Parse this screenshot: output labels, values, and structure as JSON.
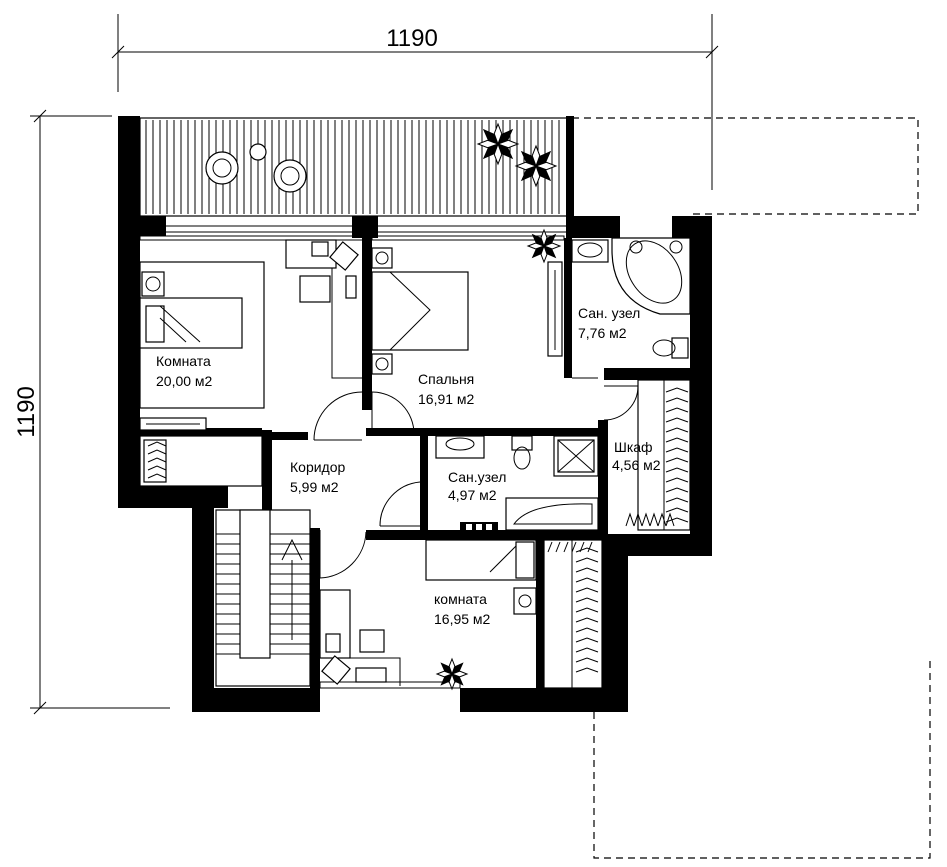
{
  "dimensions": {
    "top": "1190",
    "left": "1190"
  },
  "rooms": [
    {
      "id": "room-1",
      "name": "Комната",
      "area": "20,00 м2"
    },
    {
      "id": "bedroom",
      "name": "Спальня",
      "area": "16,91 м2"
    },
    {
      "id": "bath-large",
      "name": "Сан. узел",
      "area": "7,76 м2"
    },
    {
      "id": "corridor",
      "name": "Коридор",
      "area": "5,99 м2"
    },
    {
      "id": "bath-small",
      "name": "Сан.узел",
      "area": "4,97 м2"
    },
    {
      "id": "wardrobe",
      "name": "Шкаф",
      "area": "4,56 м2"
    },
    {
      "id": "room-2",
      "name": "комната",
      "area": "16,95 м2"
    }
  ],
  "icons": [
    "armchair-icon",
    "plant-icon",
    "bed-icon",
    "bathtub-icon",
    "toilet-icon",
    "sink-icon",
    "shower-icon",
    "desk-icon",
    "staircase-icon",
    "hanger-icon"
  ]
}
